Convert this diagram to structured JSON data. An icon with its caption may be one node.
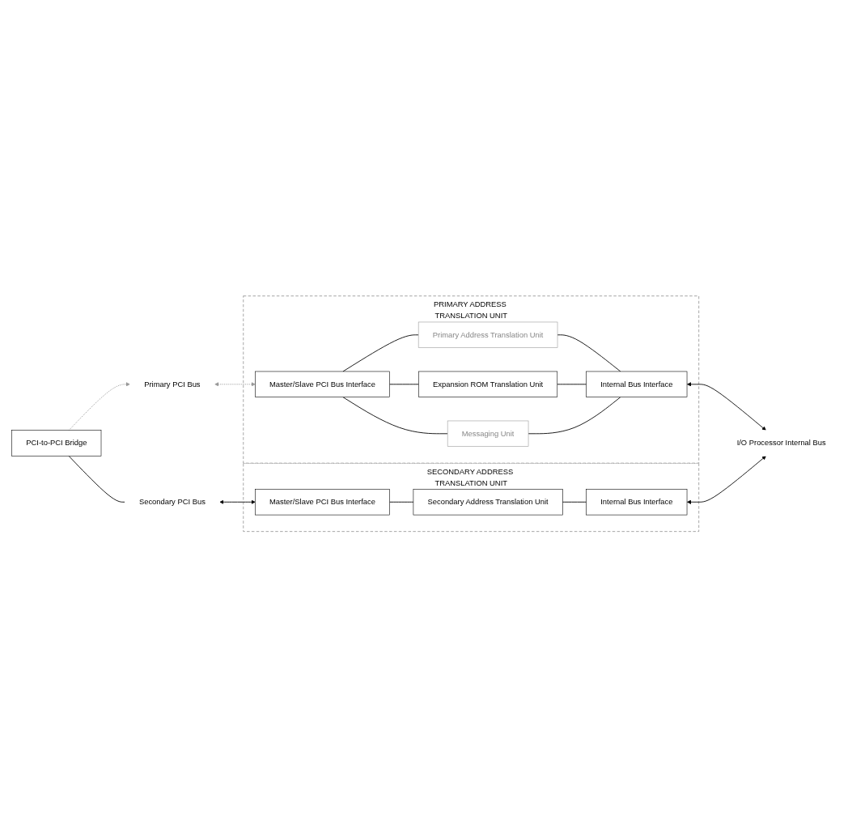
{
  "diagram": {
    "nodes": [
      {
        "text": [
          "PRIMARY ADDRESS TRANSLATION UNIT"
        ]
      },
      {
        "text": [
          "Master/Slave PCI Bus Interface"
        ],
        "in": 0
      },
      {
        "text": [
          "Primary Address Translation Unit"
        ],
        "in": 0
      },
      {
        "text": [
          "Expansion ROM Translation Unit"
        ],
        "in": 0
      },
      {
        "text": [
          "Messaging Unit"
        ],
        "in": 0
      },
      {
        "text": [
          "Internal Bus Interface"
        ],
        "in": 0
      },
      {
        "text": [
          "Primary PCI Bus"
        ]
      },
      {
        "text": [
          "PCI-to-PCI Bridge"
        ]
      },
      {
        "text": [
          "Secondary PCI Bus"
        ]
      },
      {
        "text": [
          "SECONDARY ADDRESS TRANSLATION UNIT"
        ]
      },
      {
        "text": [
          "Master/Slave PCI Bus Interface"
        ],
        "in": 9
      },
      {
        "text": [
          "Secondary Address Translation Unit"
        ],
        "in": 9
      },
      {
        "text": [
          "Internal Bus Interface"
        ],
        "in": 9
      },
      {
        "text": [
          "I/O Processor Internal Bus"
        ]
      }
    ],
    "edges": [
      {
        "from": 1,
        "to": 2,
        "arrow": "none"
      },
      {
        "from": 1,
        "to": 3,
        "arrow": "none"
      },
      {
        "from": 1,
        "to": 4,
        "arrow": "none"
      },
      {
        "from": 2,
        "to": 5,
        "arrow": "none"
      },
      {
        "from": 3,
        "to": 5,
        "arrow": "none"
      },
      {
        "from": 4,
        "to": 5,
        "arrow": "none"
      },
      {
        "from": 6,
        "to": 1,
        "arrow": "both",
        "style": "dashed",
        "color": "#999999"
      },
      {
        "from": 7,
        "to": 6,
        "arrow": "to",
        "style": "dashed",
        "color": "#999999"
      },
      {
        "from": 7,
        "to": 8,
        "arrow": "none"
      },
      {
        "from": 8,
        "to": 10,
        "arrow": "both"
      },
      {
        "from": 10,
        "to": 11,
        "arrow": "none"
      },
      {
        "from": 11,
        "to": 12,
        "arrow": "none"
      },
      {
        "from": 5,
        "to": 13,
        "arrow": "both"
      },
      {
        "from": 12,
        "to": 13,
        "arrow": "both"
      }
    ]
  }
}
